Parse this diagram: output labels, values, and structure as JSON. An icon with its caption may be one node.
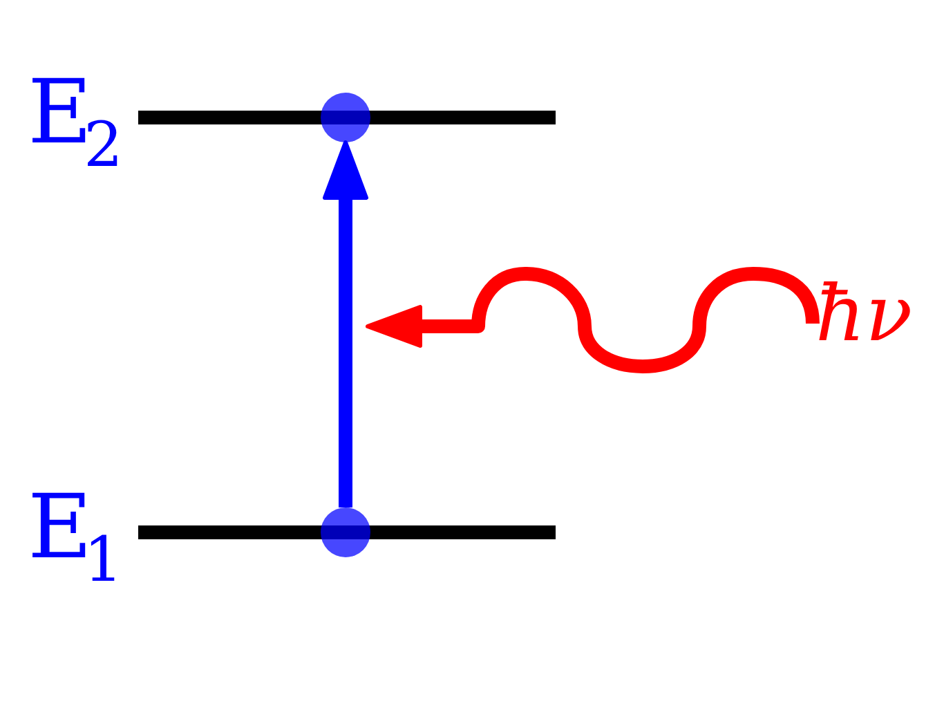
{
  "diagram": {
    "nodes": [
      {
        "text": [],
        "shape": "circle"
      },
      {
        "text": [
          "ħν"
        ]
      },
      {
        "text": [],
        "shape": "circle"
      }
    ],
    "edges": [
      {
        "from": 2,
        "to": 0,
        "arrow": "to",
        "color": "#0000ff"
      },
      {
        "from": 1,
        "to": null,
        "arrow": "to",
        "color": "#ff0000"
      }
    ],
    "labels": [
      "E$_{2}$",
      "E$_{1}$"
    ]
  }
}
